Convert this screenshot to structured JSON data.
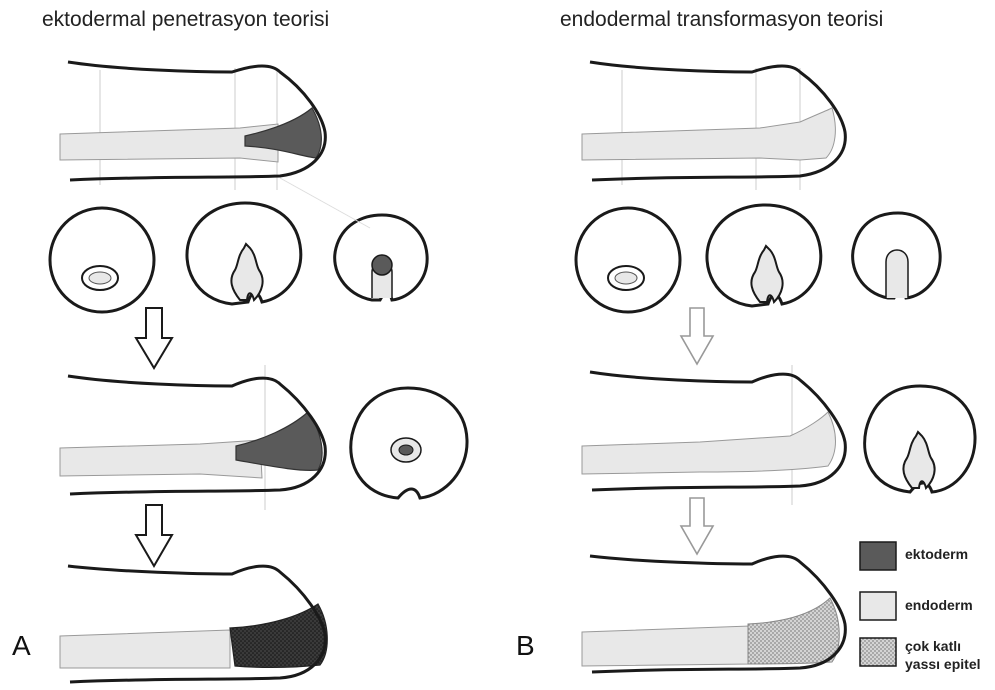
{
  "titles": {
    "left": "ektodermal penetrasyon teorisi",
    "right": "endodermal transformasyon teorisi"
  },
  "panel_labels": {
    "left": "A",
    "right": "B"
  },
  "legend": {
    "items": [
      {
        "label": "ektoderm",
        "color": "#5a5a5a"
      },
      {
        "label": "endoderm",
        "color": "#e8e8e8"
      },
      {
        "label_line1": "çok katlı",
        "label_line2": "yassı epitel",
        "color": "#bdbdbd"
      }
    ]
  },
  "colors": {
    "outline": "#1a1a1a",
    "ectoderm": "#5a5a5a",
    "ectoderm_dark": "#2e2e2e",
    "endoderm": "#e8e8e8",
    "squamous": "#bdbdbd"
  }
}
